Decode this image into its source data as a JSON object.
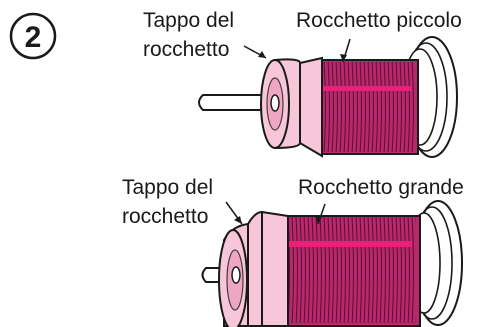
{
  "step_number": "2",
  "small_spool": {
    "cap_label_line1": "Tappo del",
    "cap_label_line2": "rocchetto",
    "spool_label": "Rocchetto piccolo"
  },
  "large_spool": {
    "cap_label_line1": "Tappo del",
    "cap_label_line2": "rocchetto",
    "spool_label": "Rocchetto grande"
  },
  "colors": {
    "cap_fill": "#f7c6d8",
    "cap_shade": "#ec9fbd",
    "thread": "#b8286d",
    "thread_stripe": "#e8207a",
    "thread_line": "#5a0f33",
    "outline": "#1a1a1a"
  }
}
